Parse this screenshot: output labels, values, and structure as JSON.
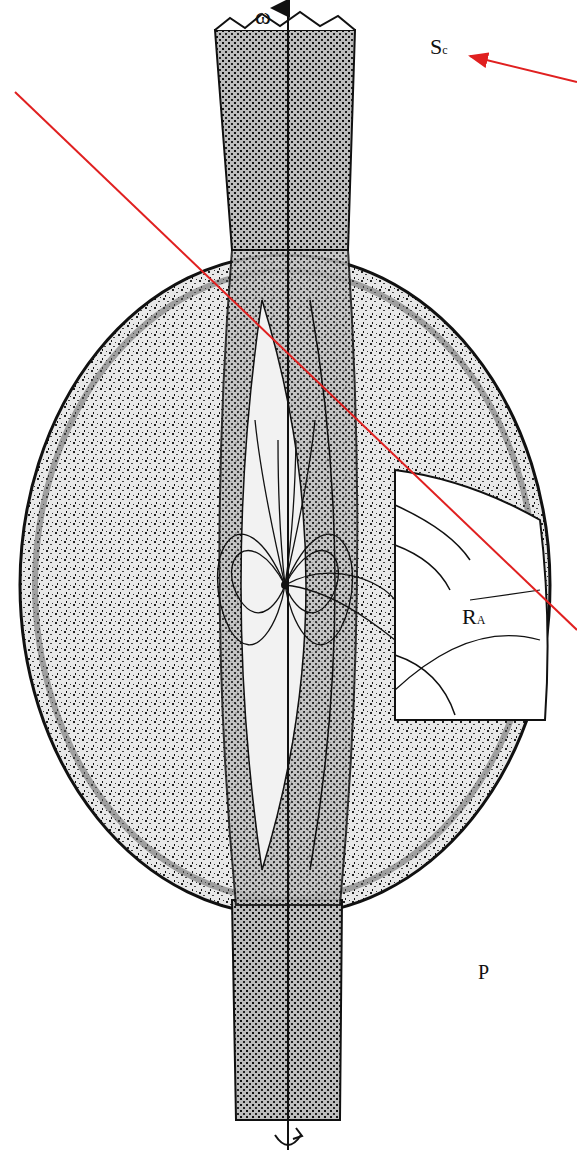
{
  "diagram": {
    "labels": [
      "ω",
      "Sc",
      "RA",
      "P"
    ]
  }
}
